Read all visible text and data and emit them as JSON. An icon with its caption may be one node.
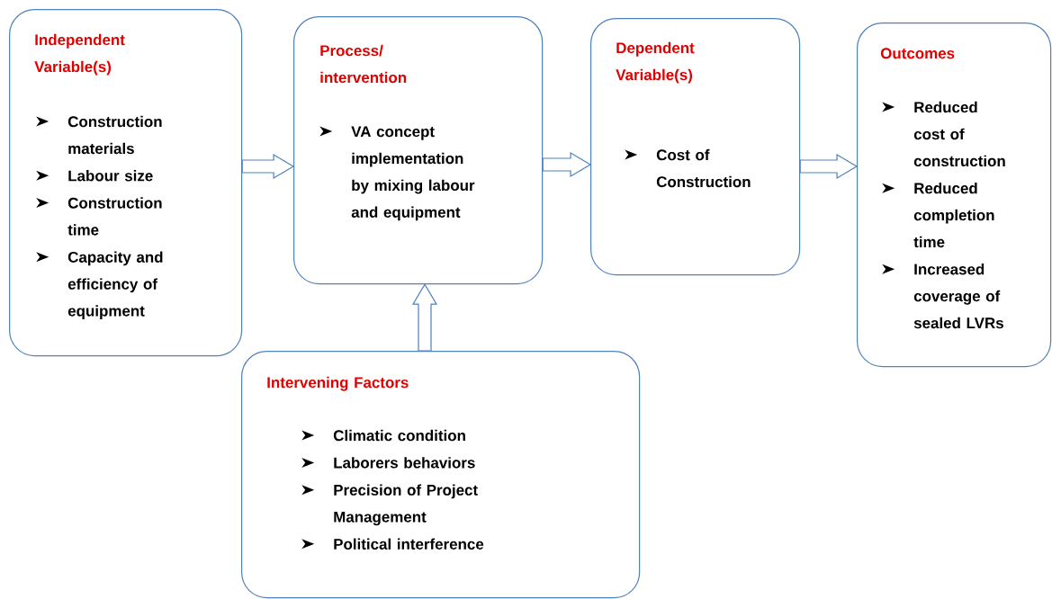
{
  "diagram": {
    "nodes": [
      {
        "text": [
          "Independent Variable(s)",
          "Construction materials",
          "Labour size",
          "Construction time",
          "Capacity and efficiency of equipment"
        ]
      },
      {
        "text": [
          "Process/ intervention",
          "VA concept implementation by mixing labour and equipment"
        ]
      },
      {
        "text": [
          "Dependent Variable(s)",
          "Cost of Construction"
        ]
      },
      {
        "text": [
          "Outcomes",
          "Reduced cost of construction",
          "Reduced completion time",
          "Increased coverage of sealed LVRs"
        ]
      },
      {
        "text": [
          "Intervening Factors",
          "Climatic condition",
          "Laborers behaviors",
          "Precision of Project Management",
          "Political interference"
        ]
      }
    ],
    "edges": [
      {
        "from": 0,
        "to": 1,
        "arrow": "to"
      },
      {
        "from": 1,
        "to": 2,
        "arrow": "to"
      },
      {
        "from": 2,
        "to": 3,
        "arrow": "to"
      },
      {
        "from": 4,
        "to": 1,
        "arrow": "to"
      }
    ]
  }
}
